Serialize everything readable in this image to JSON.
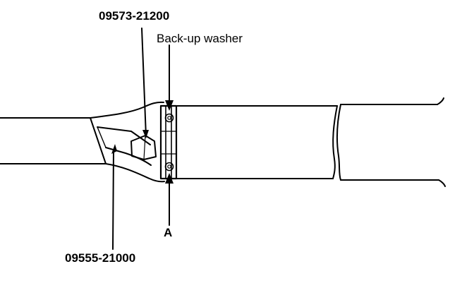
{
  "labels": {
    "tool_upper": "09573-21200",
    "backup_washer": "Back-up washer",
    "point_a": "A",
    "tool_lower": "09555-21000"
  },
  "colors": {
    "ink": "#000000",
    "paper": "#ffffff"
  }
}
